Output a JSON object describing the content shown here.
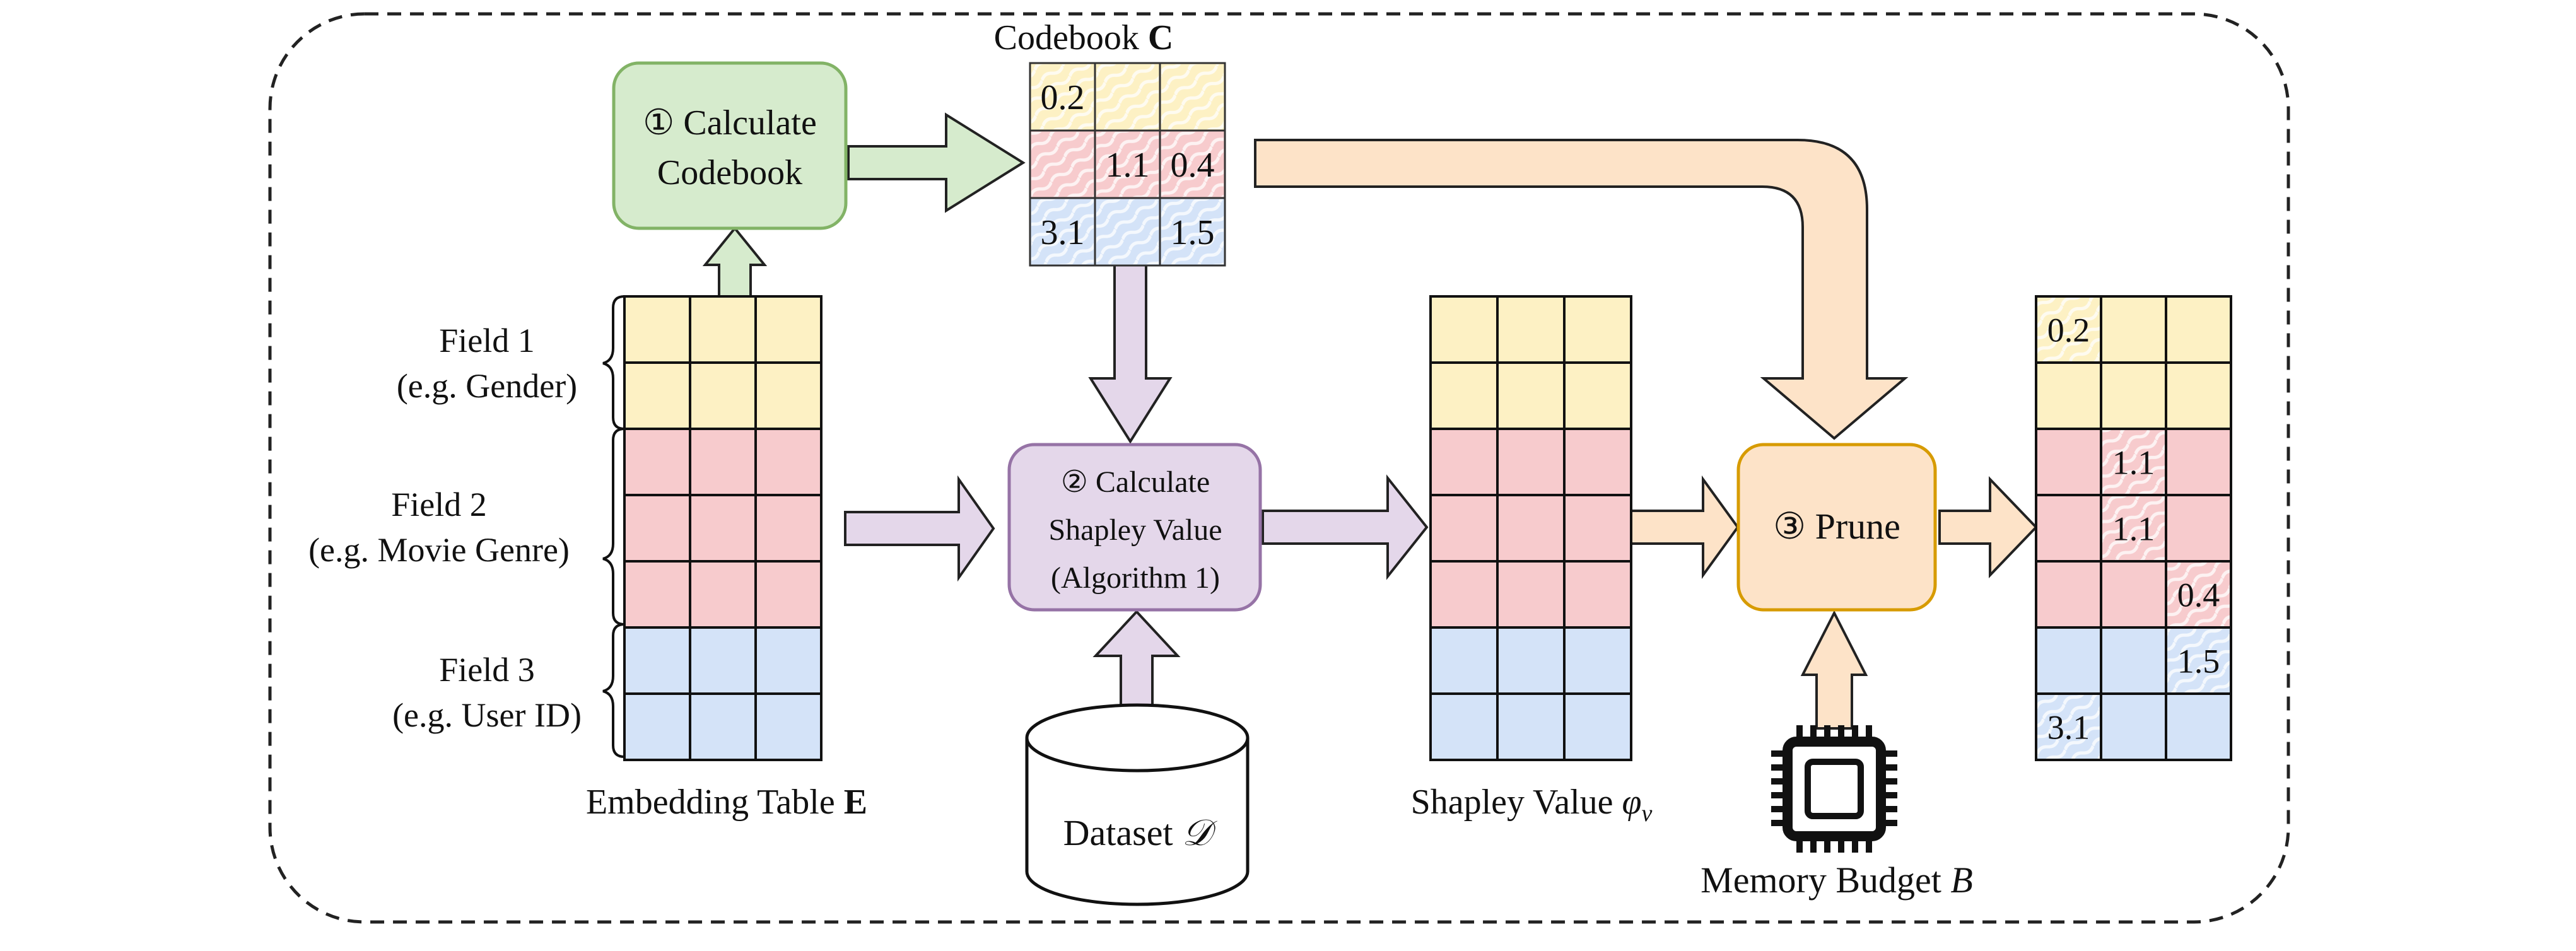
{
  "colors": {
    "yellow": "#fdf1c4",
    "red": "#f7cbcd",
    "blue": "#d4e3f8",
    "green_fill": "#d6ebcd",
    "green_stroke": "#82b366",
    "purple_fill": "#e4d7ea",
    "purple_stroke": "#9673a6",
    "orange_fill": "#fde3c8",
    "orange_stroke": "#d79b00",
    "grid_line": "#111111"
  },
  "steps": {
    "calc_codebook": {
      "line1": "① Calculate",
      "line2": "Codebook"
    },
    "calc_shapley": {
      "line1": "② Calculate",
      "line2": "Shapley Value",
      "line3": "(Algorithm 1)"
    },
    "prune": {
      "label": "③ Prune"
    }
  },
  "codebook": {
    "title": "Codebook",
    "symbol": "C",
    "rows": [
      {
        "field": "yellow",
        "cells": [
          "0.2",
          "",
          ""
        ]
      },
      {
        "field": "red",
        "cells": [
          "",
          "1.1",
          "0.4"
        ]
      },
      {
        "field": "blue",
        "cells": [
          "3.1",
          "",
          "1.5"
        ]
      }
    ]
  },
  "embedding_table": {
    "label": "Embedding Table",
    "symbol": "E",
    "row_fields": [
      "yellow",
      "yellow",
      "red",
      "red",
      "red",
      "blue",
      "blue"
    ]
  },
  "fields": [
    {
      "name": "Field 1",
      "example": "(e.g. Gender)"
    },
    {
      "name": "Field 2",
      "example": "(e.g. Movie Genre)"
    },
    {
      "name": "Field 3",
      "example": "(e.g. User ID)"
    }
  ],
  "dataset": {
    "label": "Dataset",
    "symbol": "𝒟"
  },
  "shapley": {
    "label": "Shapley Value",
    "symbol": "φ",
    "subscript": "v"
  },
  "memory_budget": {
    "label": "Memory Budget",
    "symbol": "B",
    "icon": "chip-icon"
  },
  "pruned_table": {
    "rows": [
      {
        "field": "yellow",
        "cells": [
          "0.2",
          "",
          ""
        ]
      },
      {
        "field": "yellow",
        "cells": [
          "",
          "",
          ""
        ]
      },
      {
        "field": "red",
        "cells": [
          "",
          "1.1",
          ""
        ]
      },
      {
        "field": "red",
        "cells": [
          "",
          "1.1",
          ""
        ]
      },
      {
        "field": "red",
        "cells": [
          "",
          "",
          "0.4"
        ]
      },
      {
        "field": "blue",
        "cells": [
          "",
          "",
          "1.5"
        ]
      },
      {
        "field": "blue",
        "cells": [
          "3.1",
          "",
          ""
        ]
      }
    ]
  }
}
